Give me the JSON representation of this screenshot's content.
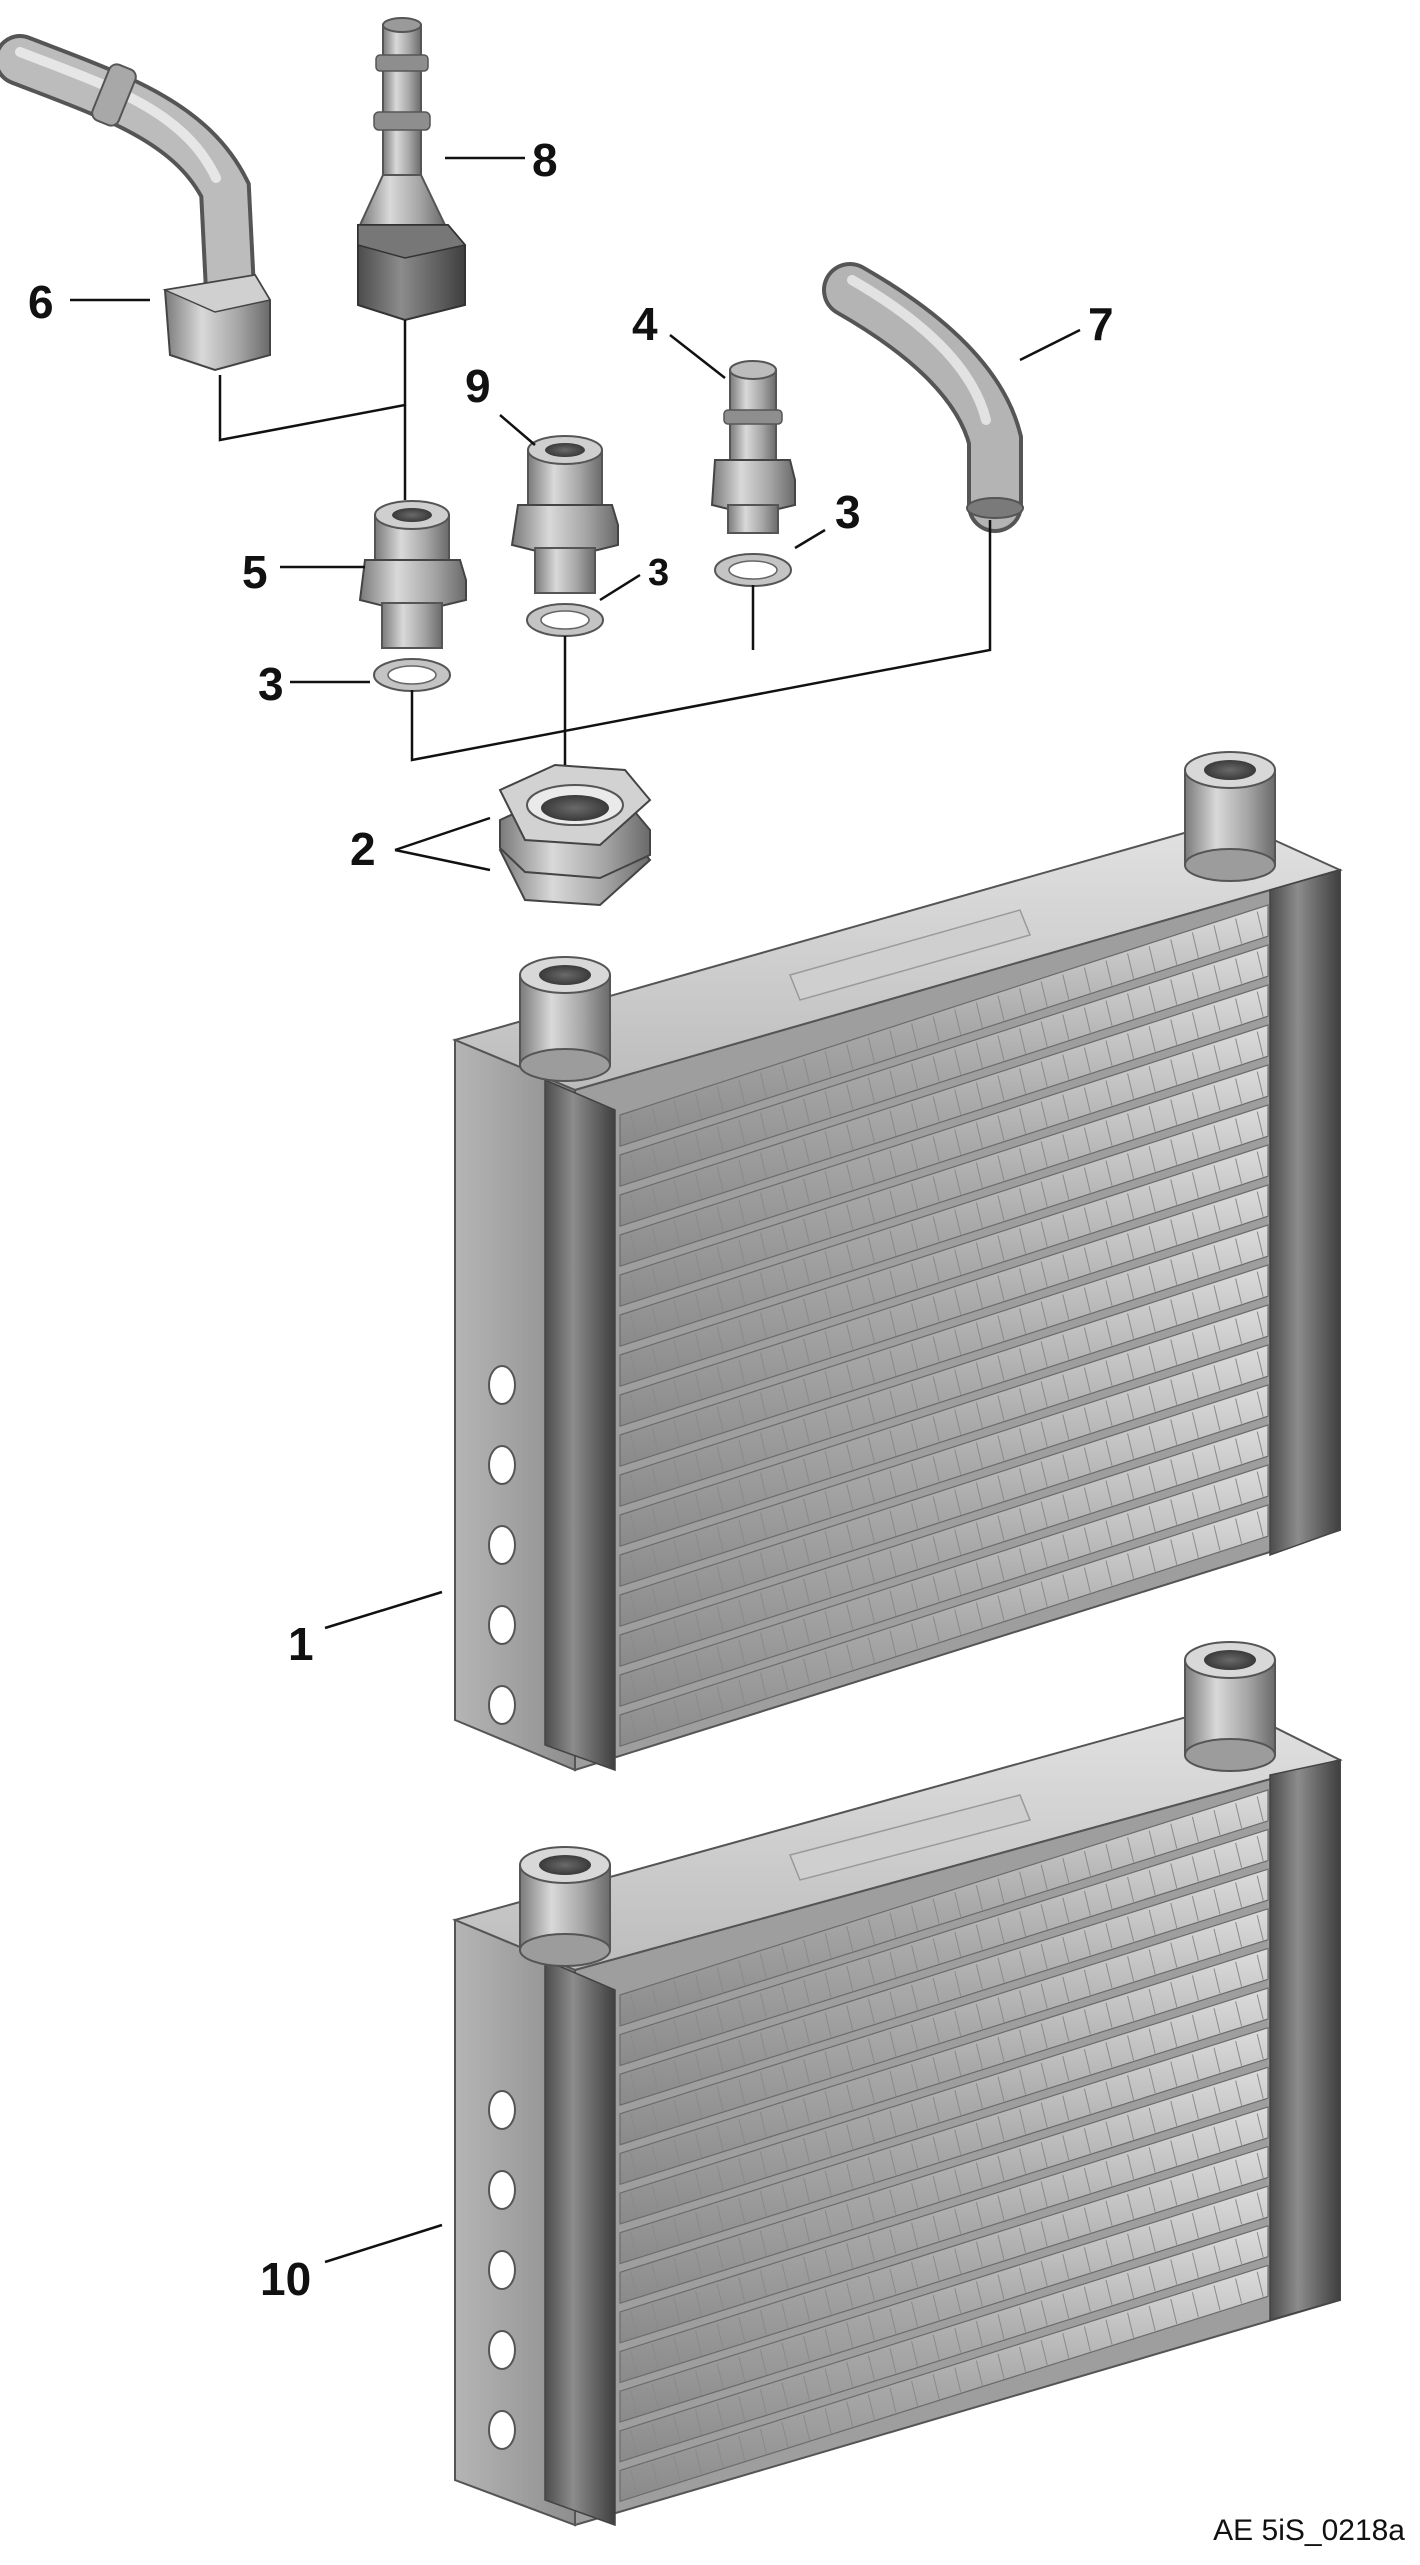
{
  "diagram": {
    "type": "exploded-parts-view",
    "reference_code": "AE 5iS_0218a",
    "colors": {
      "metal_light": "#d7d7d7",
      "metal_mid": "#a8a8a8",
      "metal_dark": "#6e6e6e",
      "metal_shadow": "#4a4a4a",
      "fins": "#bdbdbd",
      "ink": "#111111"
    },
    "callouts": {
      "c1": "1",
      "c2": "2",
      "c3a": "3",
      "c3b": "3",
      "c3c": "3",
      "c4": "4",
      "c5": "5",
      "c6": "6",
      "c7": "7",
      "c8": "8",
      "c9": "9",
      "c10": "10"
    }
  }
}
